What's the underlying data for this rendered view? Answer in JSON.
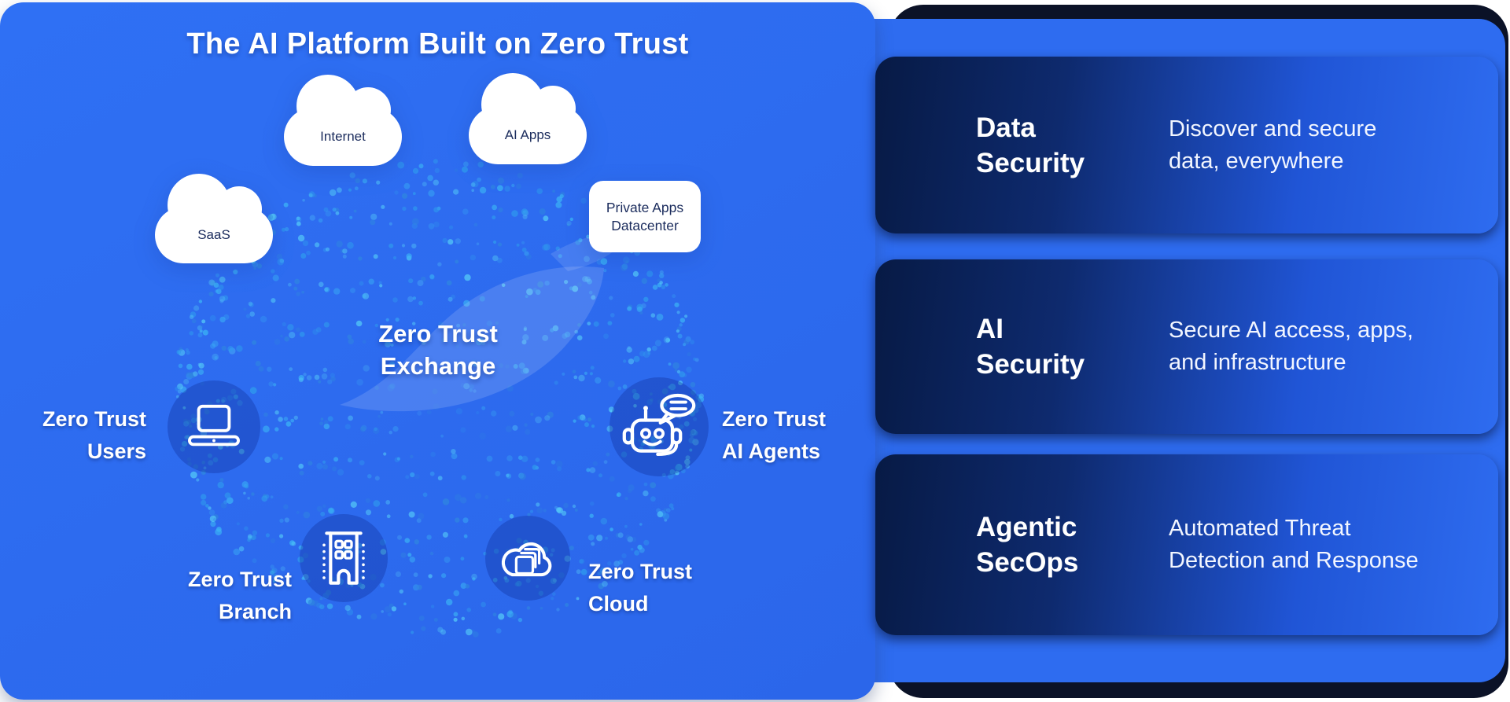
{
  "theme": {
    "panel_blue": "#2d6bf0",
    "backboard_blue": "#2e6cf0",
    "shadow_navy": "#0b1227",
    "card_gradient": [
      "#071a45",
      "#2e6cf0"
    ],
    "cloud_text_color": "#1a2b5c",
    "label_text_color": "#ffffff",
    "dot_colors": [
      "#3bb3f5",
      "#2f9bee",
      "#54c9f7",
      "#2f86e0"
    ]
  },
  "diagram": {
    "title": "The AI Platform Built on Zero Trust",
    "center": {
      "line1": "Zero Trust",
      "line2": "Exchange"
    },
    "clouds": {
      "internet": {
        "label": "Internet"
      },
      "ai_apps": {
        "label": "AI Apps"
      },
      "saas": {
        "label": "SaaS"
      }
    },
    "datacenter": {
      "line1": "Private Apps",
      "line2": "Datacenter"
    },
    "nodes": {
      "users": {
        "line1": "Zero Trust",
        "line2": "Users"
      },
      "ai_agents": {
        "line1": "Zero Trust",
        "line2": "AI Agents"
      },
      "branch": {
        "line1": "Zero Trust",
        "line2": "Branch"
      },
      "cloud": {
        "line1": "Zero Trust",
        "line2": "Cloud"
      }
    }
  },
  "cards": [
    {
      "title_lines": [
        "Data",
        "Security"
      ],
      "desc_lines": [
        "Discover and secure",
        "data, everywhere"
      ]
    },
    {
      "title_lines": [
        "AI",
        "Security"
      ],
      "desc_lines": [
        "Secure AI access, apps,",
        "and infrastructure"
      ]
    },
    {
      "title_lines": [
        "Agentic",
        "SecOps"
      ],
      "desc_lines": [
        "Automated Threat",
        "Detection and Response"
      ]
    }
  ]
}
